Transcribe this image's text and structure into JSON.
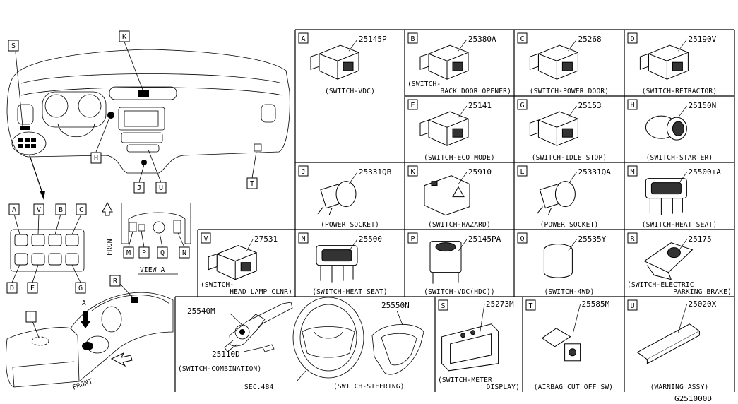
{
  "overview": {
    "callouts": [
      "S",
      "K",
      "H",
      "J",
      "U",
      "T",
      "L",
      "R"
    ],
    "view_a_label": "VIEW A",
    "front_label": "FRONT",
    "front_label_lower": "FRONT",
    "arrow_a_label": "A",
    "panel_letters_top": [
      "A",
      "V",
      "B",
      "C"
    ],
    "panel_letters_bottom": [
      "D",
      "E",
      "G"
    ],
    "view_a_letters": [
      "M",
      "P",
      "Q",
      "N"
    ]
  },
  "cells": [
    {
      "letter": "A",
      "part": "25145P",
      "caption": "(SWITCH-VDC)"
    },
    {
      "letter": "B",
      "part": "25380A",
      "caption": "(SWITCH-",
      "caption2": "BACK DOOR OPENER)"
    },
    {
      "letter": "C",
      "part": "25268",
      "caption": "(SWITCH-POWER DOOR)"
    },
    {
      "letter": "D",
      "part": "25190V",
      "caption": "(SWITCH-RETRACTOR)"
    },
    {
      "letter": "E",
      "part": "25141",
      "caption": "(SWITCH-ECO MODE)"
    },
    {
      "letter": "G",
      "part": "25153",
      "caption": "(SWITCH-IDLE STOP)"
    },
    {
      "letter": "H",
      "part": "25150N",
      "caption": "(SWITCH-STARTER)"
    },
    {
      "letter": "J",
      "part": "25331QB",
      "caption": "(POWER SOCKET)"
    },
    {
      "letter": "K",
      "part": "25910",
      "caption": "(SWITCH-HAZARD)"
    },
    {
      "letter": "L",
      "part": "25331QA",
      "caption": "(POWER SOCKET)"
    },
    {
      "letter": "M",
      "part": "25500+A",
      "caption": "(SWITCH-HEAT SEAT)"
    },
    {
      "letter": "V",
      "part": "27531",
      "caption": "(SWITCH-",
      "caption2": "HEAD LAMP CLNR)"
    },
    {
      "letter": "N",
      "part": "25500",
      "caption": "(SWITCH-HEAT SEAT)"
    },
    {
      "letter": "P",
      "part": "25145PA",
      "caption": "(SWITCH-VDC(HDC))"
    },
    {
      "letter": "Q",
      "part": "25535Y",
      "caption": "(SWITCH-4WD)"
    },
    {
      "letter": "R",
      "part": "25175",
      "caption": "(SWITCH-ELECTRIC",
      "caption2": "PARKING BRAKE)"
    },
    {
      "letter": "S",
      "part": "25273M",
      "caption": "(SWITCH-METER",
      "caption2": "DISPLAY)"
    },
    {
      "letter": "T",
      "part": "25585M",
      "caption": "(AIRBAG CUT OFF SW)"
    },
    {
      "letter": "U",
      "part": "25020X",
      "caption": "(WARNING ASSY)"
    }
  ],
  "combination": {
    "part1": "25540M",
    "part2": "25110D",
    "caption": "(SWITCH-COMBINATION)",
    "steering_part": "25550N",
    "steering_caption": "(SWITCH-STEERING)",
    "sec_label": "SEC.484"
  },
  "diagram_code": "G251000D"
}
